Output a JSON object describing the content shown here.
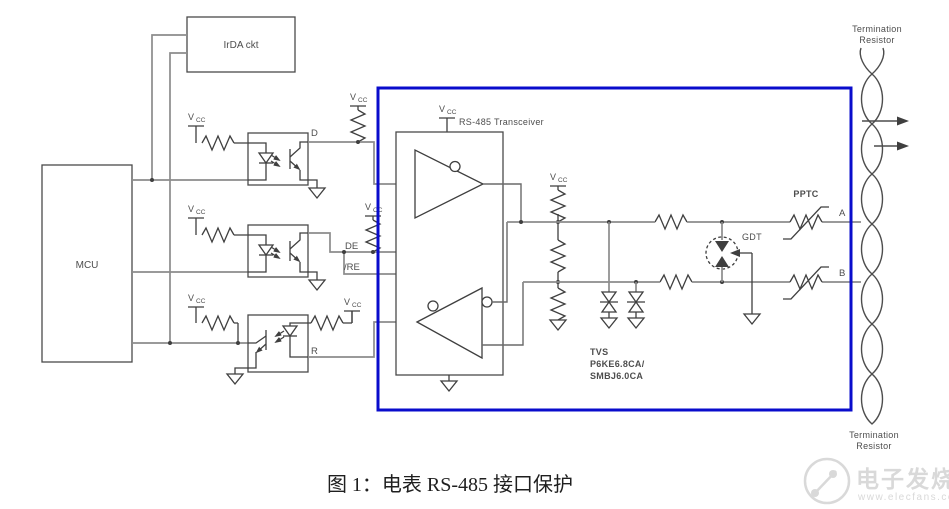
{
  "colors": {
    "protection_boundary": "#0a0ccc",
    "wire_gray": "#8c8c8c",
    "component": "#3f3f3f"
  },
  "blocks": {
    "irda": "IrDA ckt",
    "mcu": "MCU",
    "transceiver": "RS-485 Transceiver"
  },
  "power": {
    "vcc_main": "V",
    "vcc_sub": "CC"
  },
  "signals": {
    "d": "D",
    "de": "DE",
    "re": "/RE",
    "r": "R",
    "a": "A",
    "b": "B"
  },
  "protection": {
    "pptc": "PPTC",
    "gdt": "GDT",
    "tvs_line1": "TVS",
    "tvs_line2": "P6KE6.8CA/",
    "tvs_line3": "SMBJ6.0CA"
  },
  "termination": {
    "top1": "Termination",
    "top2": "Resistor",
    "bottom1": "Termination",
    "bottom2": "Resistor"
  },
  "caption": "图 1：电表 RS-485 接口保护",
  "watermark": {
    "brand": "电子发烧友",
    "site": "www.elecfans.com"
  }
}
